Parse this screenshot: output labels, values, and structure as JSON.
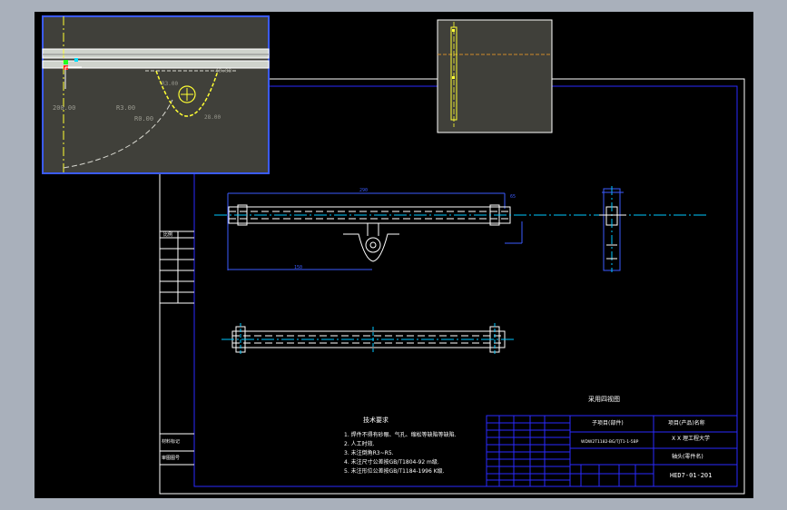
{
  "colors": {
    "chrome": "#a9b0bb",
    "canvas": "#000000",
    "frame": "#ffffff",
    "title_block": "#2a2aff",
    "part": "#ffffff",
    "centerline": "#00c8ff",
    "dimension": "#3b5bff",
    "highlight": "#ffff33",
    "preview_bg": "#40403a",
    "preview_band": "#cfd3cc"
  },
  "icons": {
    "ucs": "ucs-axis-icon",
    "grip_red": "red-grip-icon",
    "grip_cyan": "cyan-grip-icon"
  },
  "drawing": {
    "tech_title": "技术要求",
    "tech_req": [
      "1. 焊件不得有砂眼、气孔、缩松等缺陷等缺陷.",
      "2. 人工时效.",
      "3. 未注倒角R3~R5.",
      "4. 未注尺寸公差按GB/T1804-92 m级.",
      "5. 未注形位公差按GB/T1184-1996 K级."
    ],
    "sheet_note": "采用四视图",
    "title_block": {
      "sub_project": "子项目(部件)",
      "project_name": "项目(产品)名称",
      "school": "X X 理工程大学",
      "spec": "WDW2T1182-BG/TJT1-1-5BP",
      "part_name": "轴头(零件名)",
      "drawing_no": "HED7-01-201"
    },
    "left_labels": [
      "比例",
      "材料标记",
      "审图图号"
    ],
    "dims": {
      "overall": "290",
      "bottom": "150",
      "right": "65"
    }
  },
  "preview_left": {
    "labels": [
      "200.00",
      "R3.00",
      "R3.00",
      "R0.00",
      "40.00",
      "28.00"
    ]
  }
}
